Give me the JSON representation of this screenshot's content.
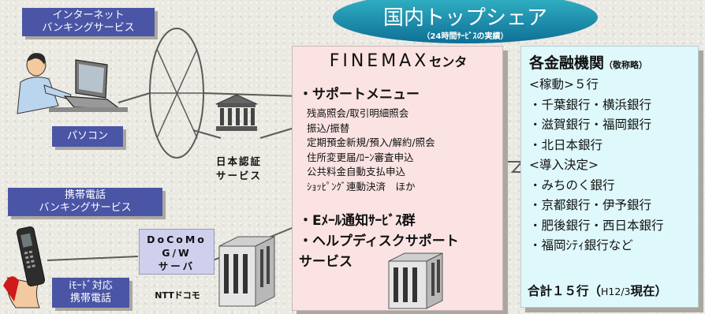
{
  "banner": {
    "title": "国内トップシェア",
    "subtitle": "（24時間ｻｰﾋﾞｽの実績）"
  },
  "internet_banking": {
    "lines": [
      "インターネット",
      "バンキングサービス"
    ]
  },
  "pc_label": "パソコン",
  "certification": {
    "lines": [
      "日本認証",
      "サービス"
    ]
  },
  "mobile_banking": {
    "lines": [
      "携帯電話",
      "バンキングサービス"
    ]
  },
  "docomo_gw": {
    "lines": [
      "DoCoMo",
      "G/W",
      "サーバ"
    ]
  },
  "imode_phone": {
    "lines": [
      "iﾓｰﾄﾞ対応",
      "携帯電話"
    ]
  },
  "ntt_docomo": "NTTドコモ",
  "center": {
    "title": "FINEMAX",
    "title_suffix": "センタ",
    "support_menu": "・サポートメニュー",
    "menu_items": [
      "残高照会/取引明細照会",
      "振込/振替",
      "定期預金新規/預入/解約/照会",
      "住所変更届/ﾛｰﾝ審査申込",
      "公共料金自動支払申込",
      "ｼｮｯﾋﾟﾝｸﾞ連動決済　ほか"
    ],
    "email": "・Eﾒｰﾙ通知ｻｰﾋﾞｽ群",
    "helpdesk": [
      "・ヘルプディスクサポート",
      "サービス"
    ]
  },
  "banks": {
    "title": "各金融機関",
    "title_note": "（敬称略）",
    "lines": [
      "<稼動>５行",
      "・千葉銀行・横浜銀行",
      "・滋賀銀行・福岡銀行",
      "・北日本銀行",
      "<導入決定>",
      "・みちのく銀行",
      "・京都銀行・伊予銀行",
      "・肥後銀行・西日本銀行",
      "・福岡ｼﾃｨ銀行など"
    ],
    "total": "合計１５行（",
    "total_date": "H12/3",
    "total_suffix": "現在）"
  }
}
